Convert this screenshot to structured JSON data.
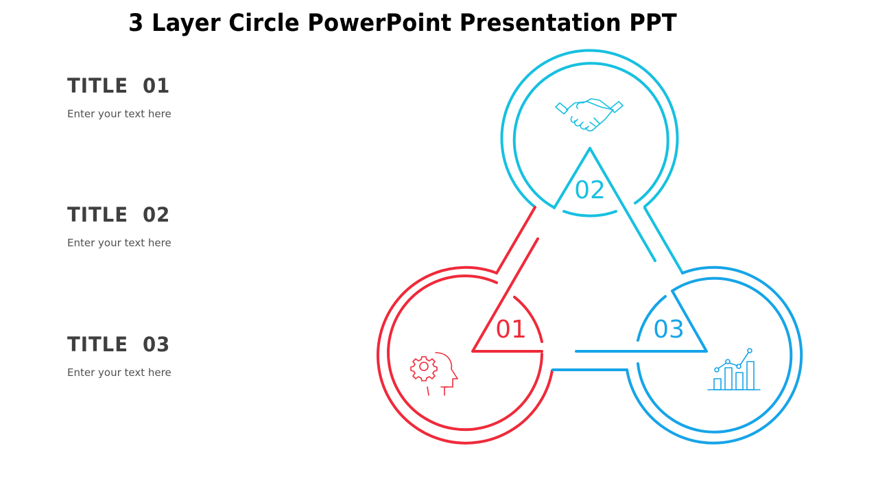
{
  "header": {
    "title": "3 Layer Circle PowerPoint Presentation PPT"
  },
  "items": [
    {
      "title": "TITLE  01",
      "text": "Enter your text here"
    },
    {
      "title": "TITLE  02",
      "text": "Enter your text here"
    },
    {
      "title": "TITLE  03",
      "text": "Enter your text here"
    }
  ],
  "diagram": {
    "colors": {
      "red": "#ef2a3a",
      "cyan": "#17c0e0",
      "blue": "#16a4e8"
    },
    "nodes": [
      {
        "number": "01",
        "color": "#ef2a3a",
        "icon": "head-gear-icon"
      },
      {
        "number": "02",
        "color": "#17c0e0",
        "icon": "handshake-icon"
      },
      {
        "number": "03",
        "color": "#16a4e8",
        "icon": "bar-chart-growth-icon"
      }
    ]
  }
}
